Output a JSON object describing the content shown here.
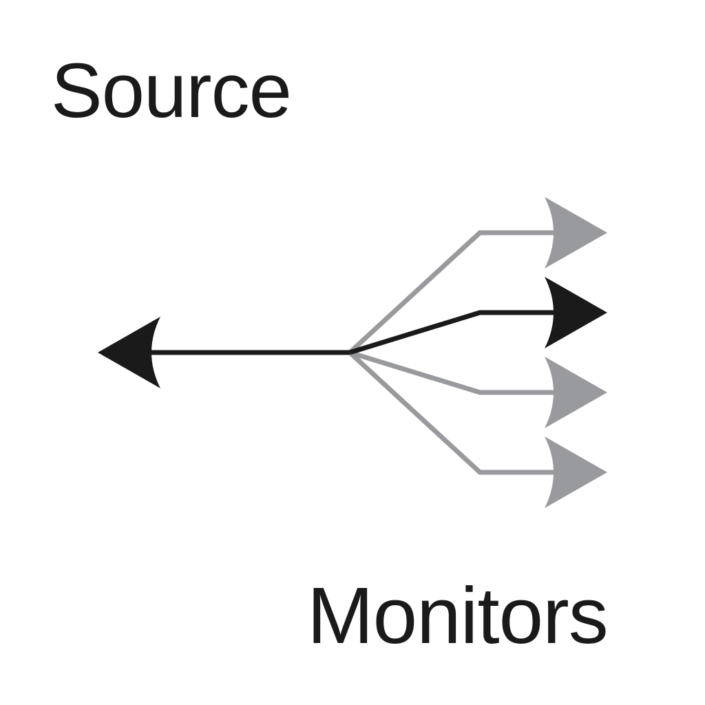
{
  "labels": {
    "source": "Source",
    "monitors": "Monitors"
  },
  "colors": {
    "background": "#ffffff",
    "primary": "#1a1a1a",
    "secondary": "#999a9e"
  },
  "arrows": {
    "source_arrow": {
      "color": "primary",
      "direction": "left"
    },
    "monitor_arrows": [
      {
        "color": "secondary",
        "direction": "right"
      },
      {
        "color": "primary",
        "direction": "right"
      },
      {
        "color": "secondary",
        "direction": "right"
      },
      {
        "color": "secondary",
        "direction": "right"
      }
    ]
  }
}
